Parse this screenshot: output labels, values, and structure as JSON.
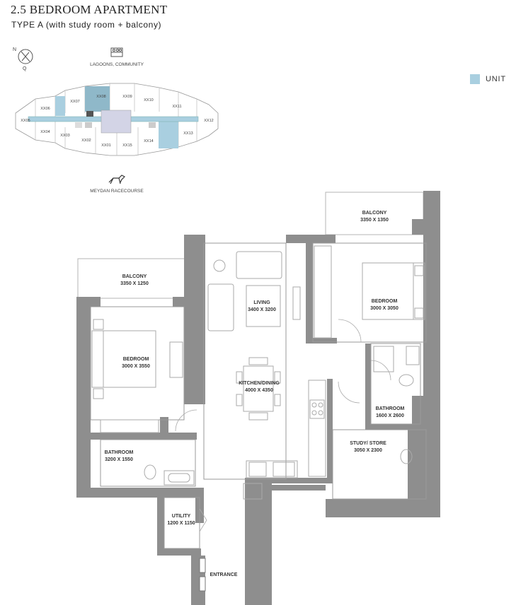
{
  "header": {
    "title": "2.5 BEDROOM APARTMENT",
    "subtitle": "TYPE A (with study room + balcony)"
  },
  "legend": {
    "label": "UNIT",
    "color": "#a9cfe0"
  },
  "keyplan": {
    "compass": {
      "north": "N",
      "south": "Q"
    },
    "top_label": "LAGOONS, COMMUNITY",
    "bottom_label": "MEYDAN RACECOURSE",
    "units": [
      "XX05",
      "XX06",
      "XX07",
      "XX08",
      "XX09",
      "XX10",
      "XX11",
      "XX12",
      "XX13",
      "XX14",
      "XX15",
      "XX01",
      "XX02",
      "XX03",
      "XX04"
    ],
    "highlight_unit": "XX08"
  },
  "rooms": {
    "balcony_right": {
      "name": "BALCONY",
      "size": "3350 X 1350"
    },
    "balcony_left": {
      "name": "BALCONY",
      "size": "3350 X 1250"
    },
    "living": {
      "name": "LIVING",
      "size": "3400 X 3200"
    },
    "bedroom_right": {
      "name": "BEDROOM",
      "size": "3000 X 3050"
    },
    "bedroom_left": {
      "name": "BEDROOM",
      "size": "3000 X 3550"
    },
    "kitchen": {
      "name": "KITCHEN/DINING",
      "size": "4000 X 4350"
    },
    "bathroom_right": {
      "name": "BATHROOM",
      "size": "1600 X 2600"
    },
    "study": {
      "name": "STUDY/ STORE",
      "size": "3050 X 2300"
    },
    "bathroom_left": {
      "name": "BATHROOM",
      "size": "3200 X 1550"
    },
    "utility": {
      "name": "UTILITY",
      "size": "1200 X 1150"
    },
    "entrance": {
      "name": "ENTRANCE"
    }
  },
  "colors": {
    "wall": "#8e8e8e",
    "unit_highlight": "#a9cfe0",
    "keyplan_selected": "#8fb8c9",
    "line": "#9a9a9a"
  }
}
